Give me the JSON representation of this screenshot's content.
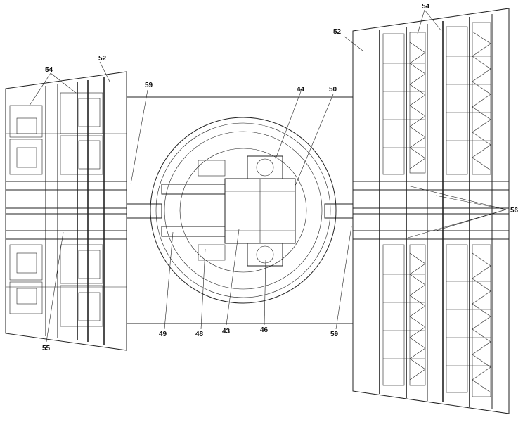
{
  "labels": {
    "l52a": "52",
    "l54a": "54",
    "l59a": "59",
    "l55": "55",
    "l44": "44",
    "l50": "50",
    "l52b": "52",
    "l54b": "54",
    "l56": "56",
    "l59b": "59",
    "l49": "49",
    "l48": "48",
    "l43": "43",
    "l46": "46"
  }
}
